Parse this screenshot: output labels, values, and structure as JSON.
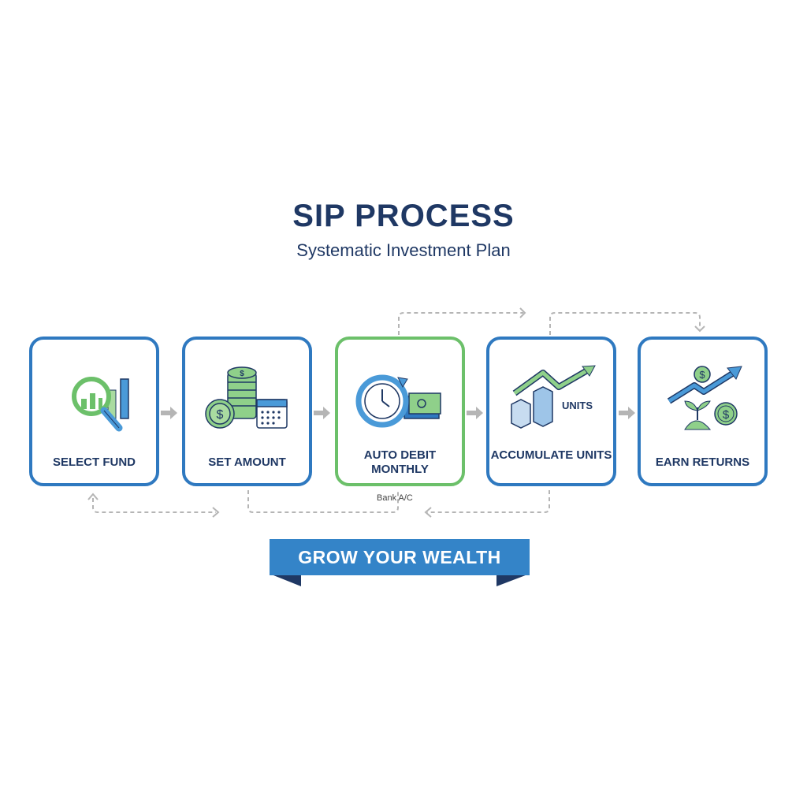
{
  "header": {
    "title": "SIP PROCESS",
    "subtitle": "Systematic Investment Plan"
  },
  "steps": [
    {
      "label": "SELECT FUND",
      "icon": "magnifier-chart-icon"
    },
    {
      "label": "SET AMOUNT",
      "icon": "coins-calendar-icon"
    },
    {
      "label": "AUTO DEBIT MONTHLY",
      "icon": "clock-cash-icon",
      "highlighted": true
    },
    {
      "label": "ACCUMULATE UNITS",
      "icon": "growth-units-icon",
      "icon_text": "UNITS"
    },
    {
      "label": "EARN RETURNS",
      "icon": "plant-coins-icon"
    }
  ],
  "annotations": {
    "bank": "Bank A/C"
  },
  "banner": {
    "text": "GROW YOUR WEALTH"
  },
  "colors": {
    "navy": "#1f3864",
    "blue": "#2f79c0",
    "green": "#6cc06a",
    "light_green": "#a9dba0",
    "gray": "#b5b5b5"
  }
}
